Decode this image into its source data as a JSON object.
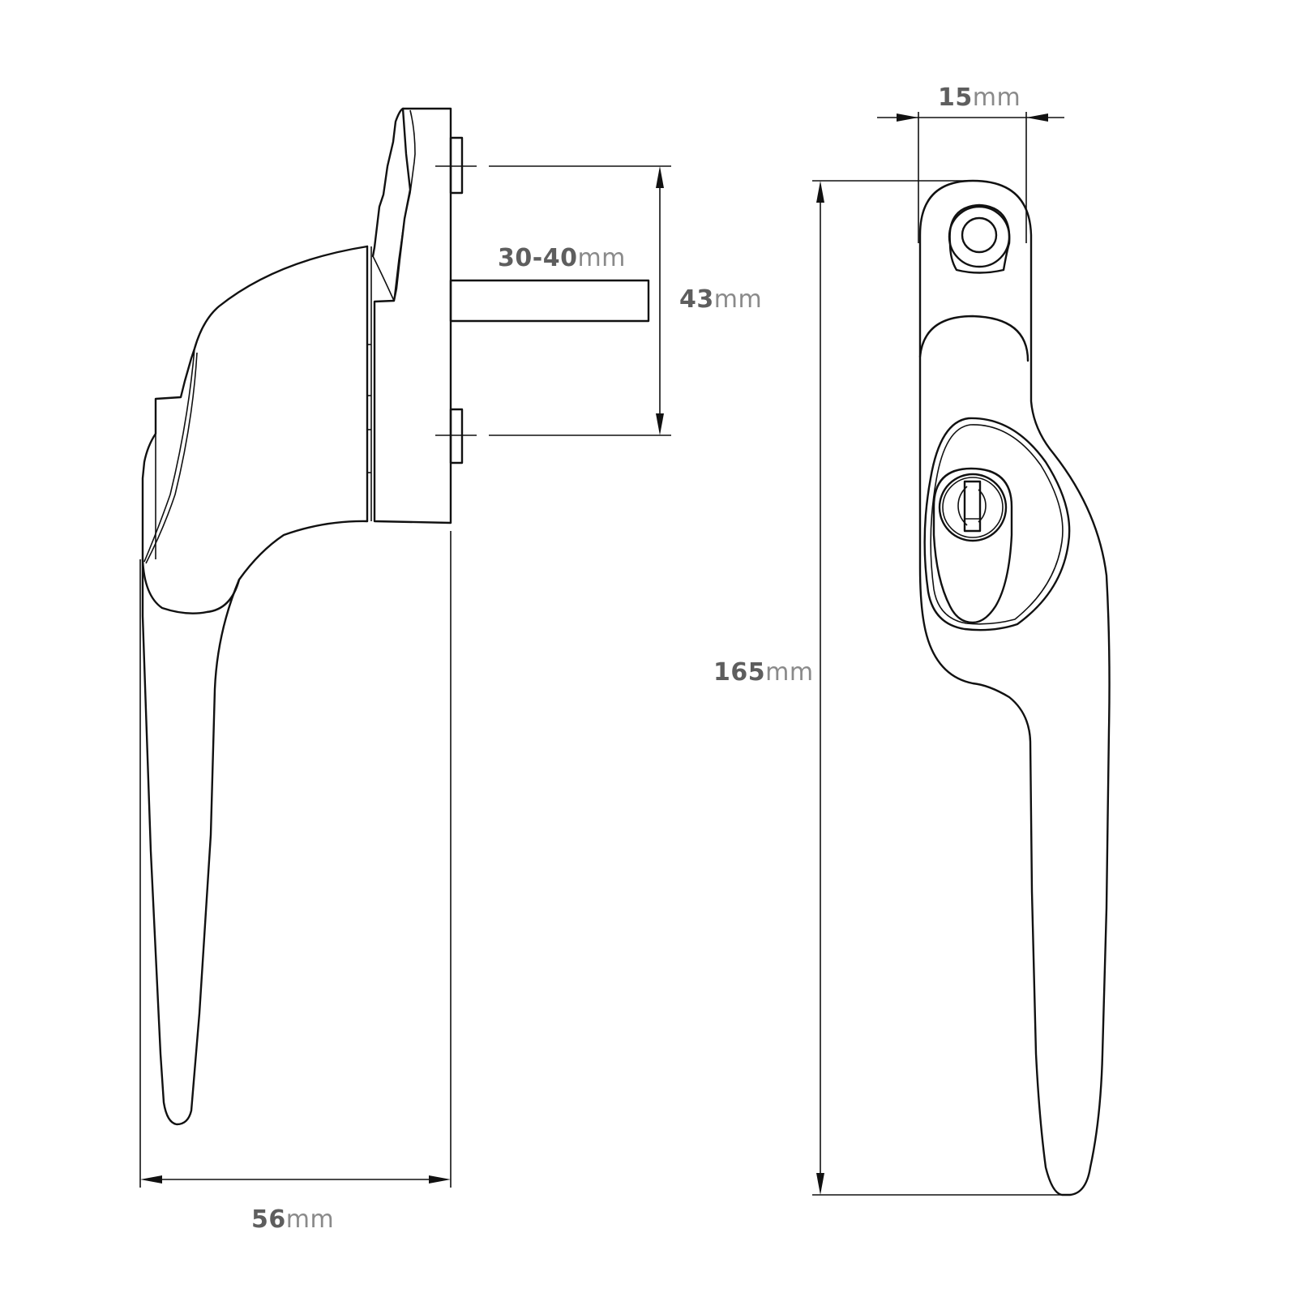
{
  "diagram": {
    "subject": "Window handle with key lock - technical dimensions",
    "views": [
      "side-view",
      "front-view"
    ],
    "line_color": "#111111",
    "label_color": "#5e5e5e"
  },
  "dimensions": {
    "overall_width": {
      "value": "56",
      "unit": "mm"
    },
    "spindle_length": {
      "value": "30-40",
      "unit": "mm"
    },
    "fixing_centres": {
      "value": "43",
      "unit": "mm"
    },
    "handle_width": {
      "value": "15",
      "unit": "mm"
    },
    "overall_height": {
      "value": "165",
      "unit": "mm"
    }
  }
}
